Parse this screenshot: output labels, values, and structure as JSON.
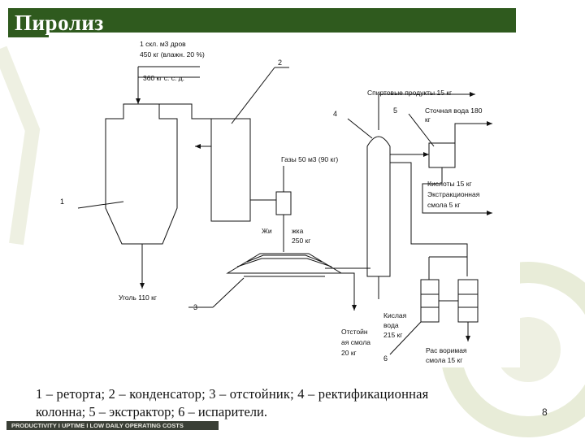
{
  "slide": {
    "title": "Пиролиз",
    "page_number": "8",
    "footer": "PRODUCTIVITY I UPTIME I LOW DAILY OPERATING COSTS"
  },
  "diagram": {
    "labels": {
      "input_line1": "1 скл. м3 дров",
      "input_line2": "450 кг (влажн. 20 %)",
      "input_dry": "360 кг с. с. д.",
      "gases": "Газы 50 м3 (90 кг)",
      "alcohol": "Спиртовые продукты 15 кг",
      "wastewater_1": "Сточная вода 180",
      "wastewater_2": "кг",
      "acids_1": "Кислоты 15 кг",
      "acids_2": "Экстракционная",
      "acids_3": "смола 5 кг",
      "liquid_1": "Жи",
      "liquid_1b": "жка",
      "liquid_2": "250 кг",
      "charcoal": "Уголь 110 кг",
      "sour_water_1": "Кислая",
      "sour_water_2": "вода",
      "sour_water_3": "215 кг",
      "settled_tar_1": "Отстойн",
      "settled_tar_2": "ая смола",
      "settled_tar_3": "20 кг",
      "soluble_tar_1": "Рас  воримая",
      "soluble_tar_2": "смола 15 кг"
    },
    "numbers": {
      "n1": "1",
      "n2": "2",
      "n3": "3",
      "n4": "4",
      "n5": "5",
      "n6": "6"
    }
  },
  "caption": {
    "line1": "1 – реторта; 2 – конденсатор; 3 – отстойник; 4 – ректификационная",
    "line2": "колонна; 5 – экстрактор; 6 – испарители."
  }
}
